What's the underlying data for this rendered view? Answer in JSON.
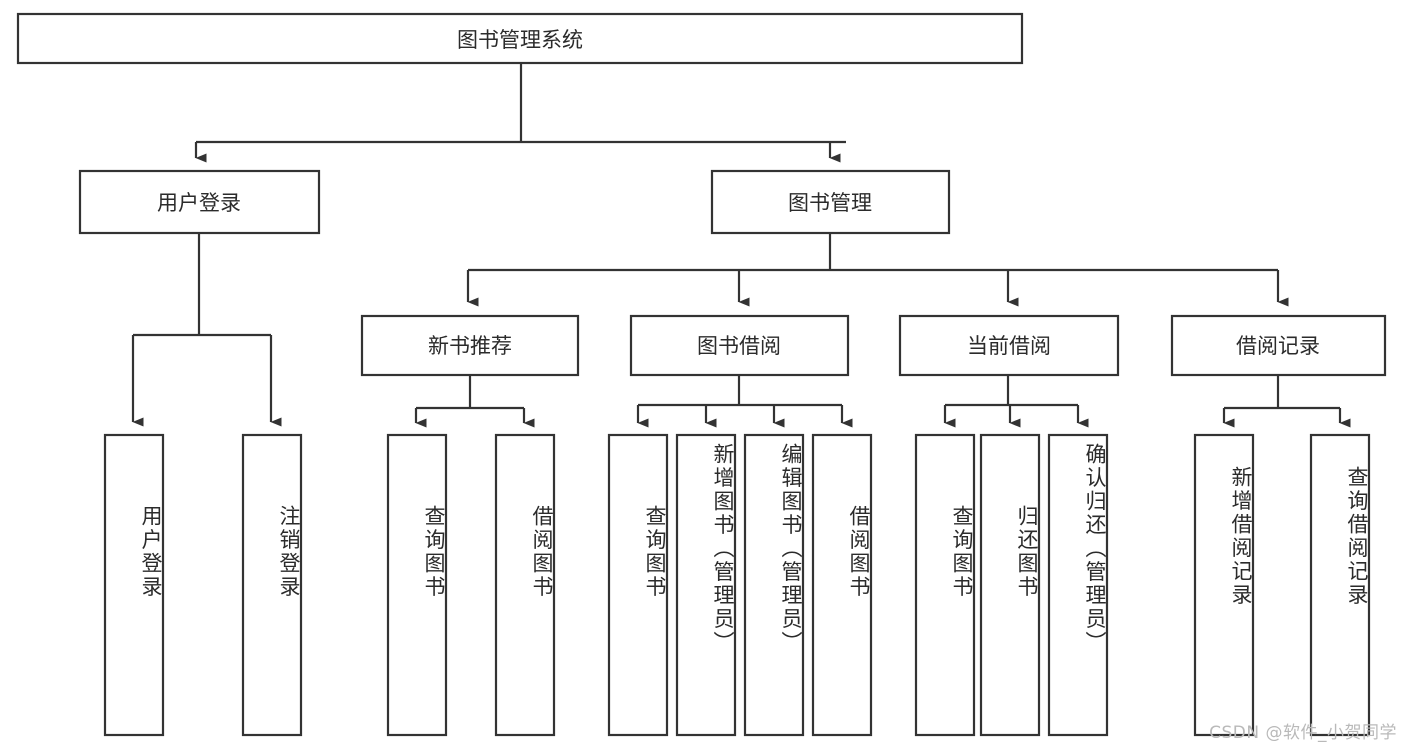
{
  "diagram": {
    "title": "图书管理系统",
    "type": "tree-hierarchy-diagram",
    "colors": {
      "box_stroke": "#333333",
      "box_fill": "#ffffff",
      "text": "#2b2b2b",
      "background": "#ffffff",
      "watermark": "#b9b9b9"
    },
    "root": {
      "label": "图书管理系统"
    },
    "level2": [
      {
        "label": "用户登录"
      },
      {
        "label": "图书管理"
      }
    ],
    "level3": [
      {
        "label": "新书推荐"
      },
      {
        "label": "图书借阅"
      },
      {
        "label": "当前借阅"
      },
      {
        "label": "借阅记录"
      }
    ],
    "leaves": {
      "user_login": [
        {
          "label": "用户登录"
        },
        {
          "label": "注销登录"
        }
      ],
      "new_book_recommend": [
        {
          "label": "查询图书"
        },
        {
          "label": "借阅图书"
        }
      ],
      "book_borrow": [
        {
          "label": "查询图书"
        },
        {
          "label": "新增图书（管理员）"
        },
        {
          "label": "编辑图书（管理员）"
        },
        {
          "label": "借阅图书"
        }
      ],
      "current_borrow": [
        {
          "label": "查询图书"
        },
        {
          "label": "归还图书"
        },
        {
          "label": "确认归还（管理员）"
        }
      ],
      "borrow_record": [
        {
          "label": "新增借阅记录"
        },
        {
          "label": "查询借阅记录"
        }
      ]
    },
    "watermark": "CSDN @软件_小贺同学"
  }
}
